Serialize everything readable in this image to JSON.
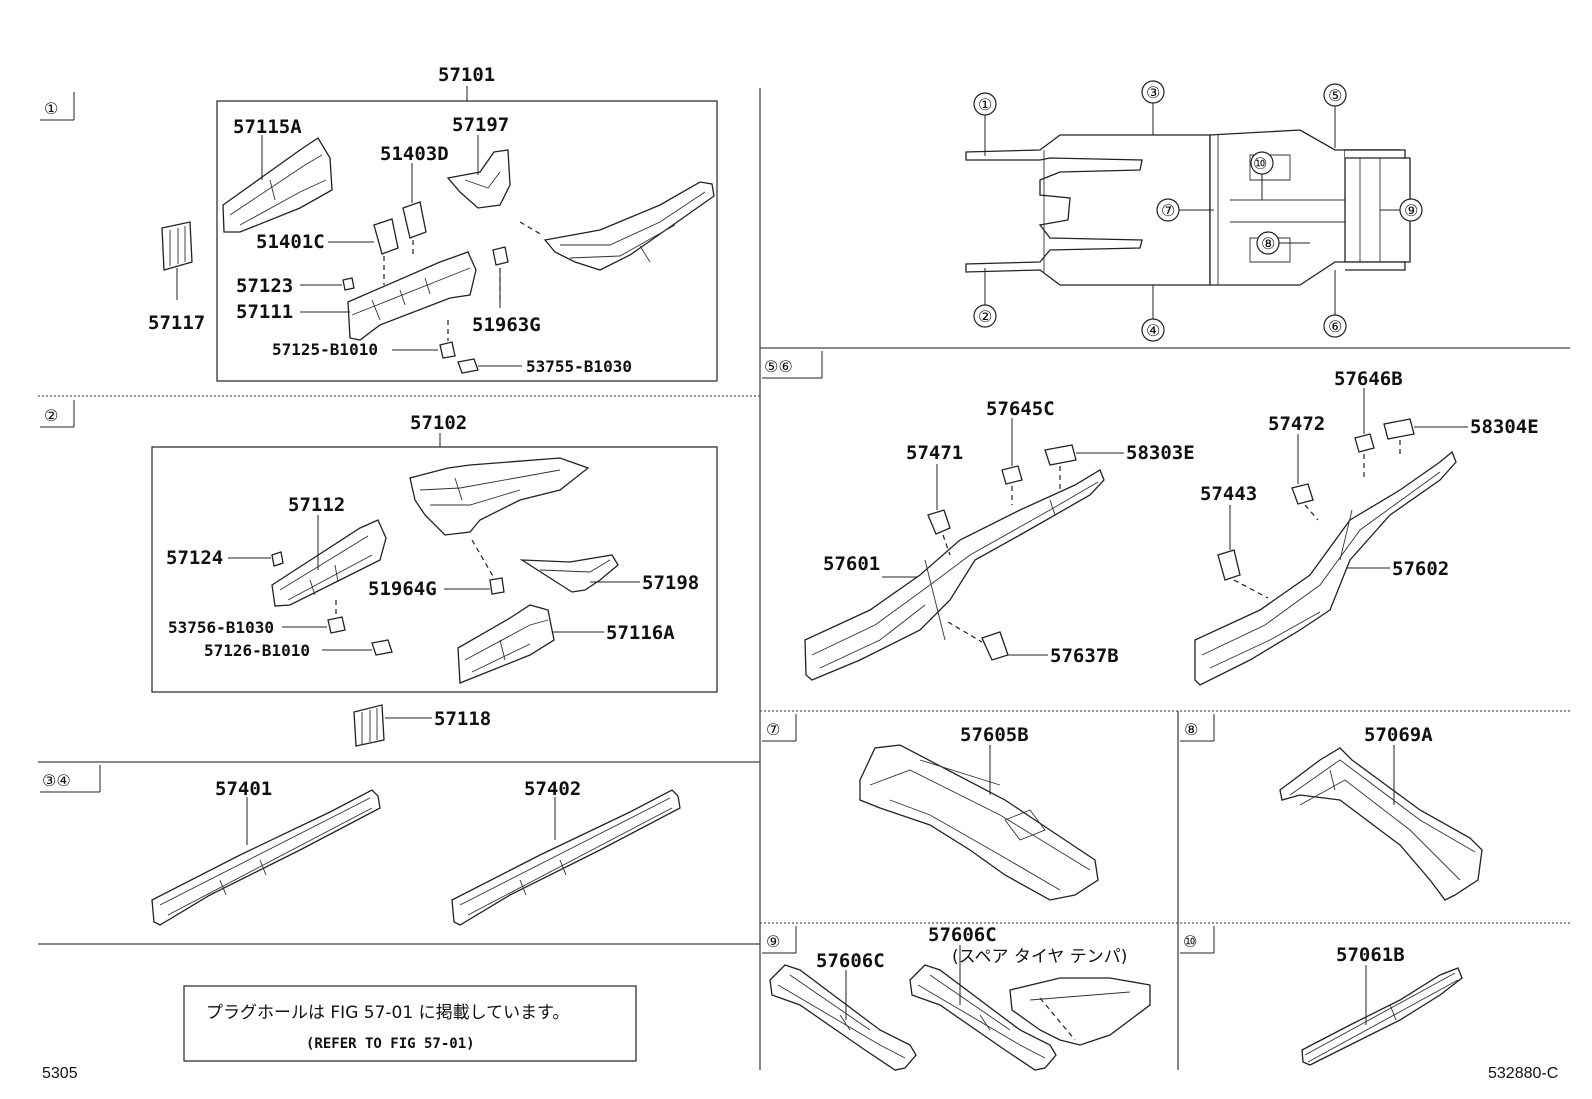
{
  "sections": {
    "s1": "①",
    "s2": "②",
    "s34": "③④",
    "s56": "⑤⑥",
    "s7": "⑦",
    "s8": "⑧",
    "s9": "⑨",
    "s10": "⑩"
  },
  "overview": {
    "c1": "①",
    "c2": "②",
    "c3": "③",
    "c4": "④",
    "c5": "⑤",
    "c6": "⑥",
    "c7": "⑦",
    "c8": "⑧",
    "c9": "⑨",
    "c10": "⑩"
  },
  "parts": {
    "p57101": "57101",
    "p57115A": "57115A",
    "p57197": "57197",
    "p51403D": "51403D",
    "p51401C": "51401C",
    "p57123": "57123",
    "p57111": "57111",
    "p57117": "57117",
    "p51963G": "51963G",
    "p57125B1010": "57125-B1010",
    "p53755B1030": "53755-B1030",
    "p57102": "57102",
    "p57112": "57112",
    "p57124": "57124",
    "p51964G": "51964G",
    "p57198": "57198",
    "p53756B1030": "53756-B1030",
    "p57126B1010": "57126-B1010",
    "p57116A": "57116A",
    "p57118": "57118",
    "p57401": "57401",
    "p57402": "57402",
    "p57645C": "57645C",
    "p57471": "57471",
    "p58303E": "58303E",
    "p57601": "57601",
    "p57637B": "57637B",
    "p57646B": "57646B",
    "p57472": "57472",
    "p58304E": "58304E",
    "p57443": "57443",
    "p57602": "57602",
    "p57605B": "57605B",
    "p57069A": "57069A",
    "p57606C_a": "57606C",
    "p57606C_b": "57606C",
    "spare_tire": "(スペア タイヤ テンパ)",
    "p57061B": "57061B"
  },
  "note": {
    "jp": "プラグホールは FIG 57-01 に掲載しています。",
    "en": "(REFER TO FIG 57-01)"
  },
  "footer": {
    "left": "5305",
    "right": "532880-C"
  }
}
